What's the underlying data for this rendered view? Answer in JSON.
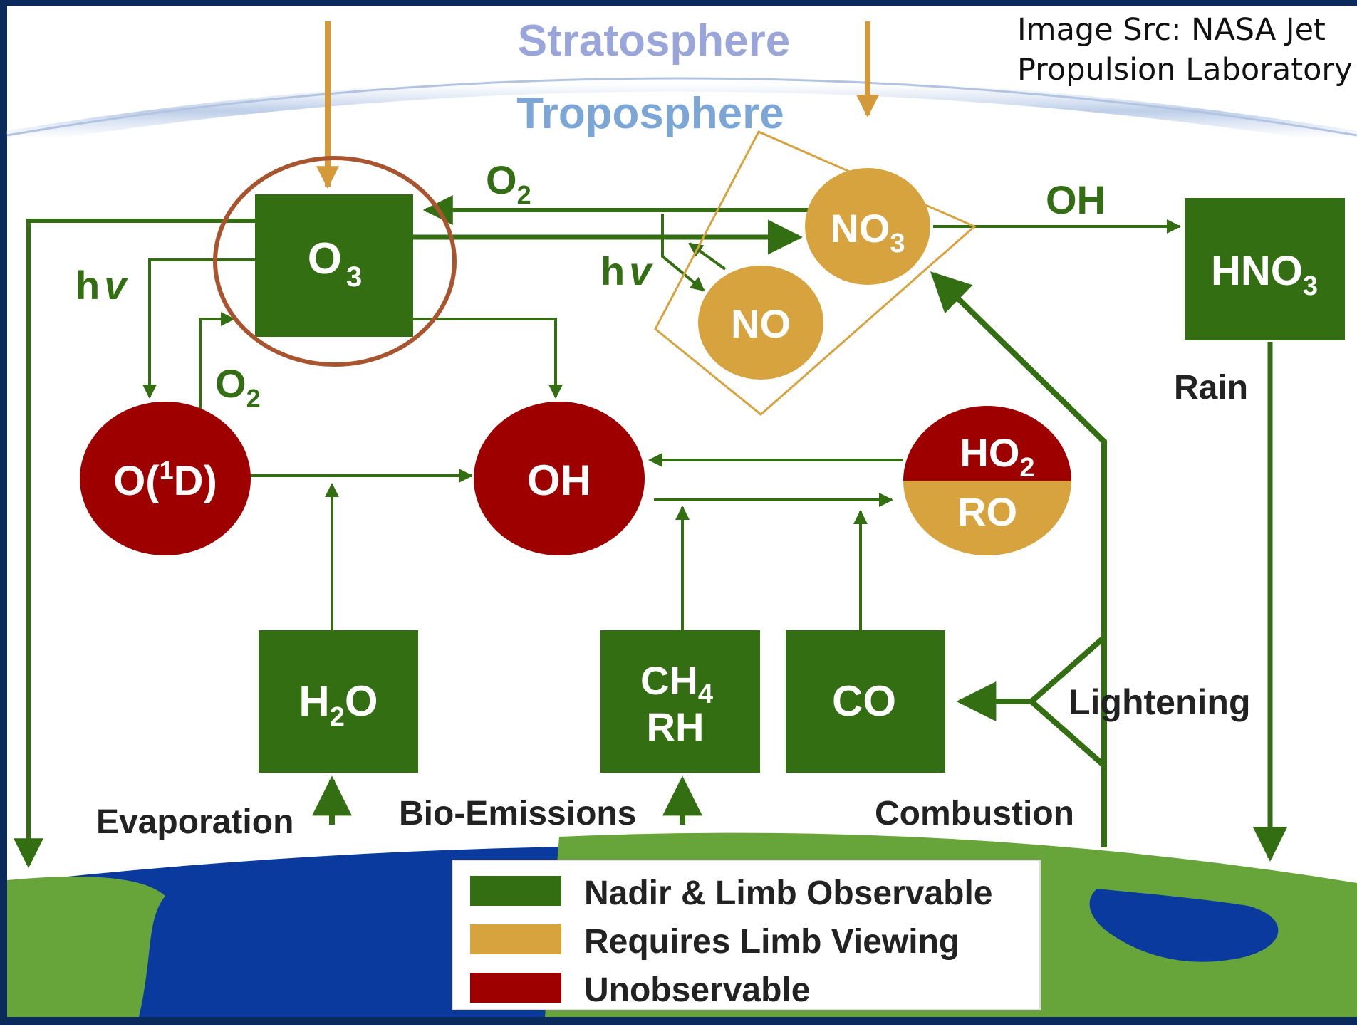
{
  "credit": {
    "line1": "Image Src: NASA Jet",
    "line2": "Propulsion Laboratory"
  },
  "layers": {
    "stratosphere": "Stratosphere",
    "troposphere": "Troposphere"
  },
  "nodes": {
    "o3": {
      "main": "O",
      "sub": "3"
    },
    "no3": {
      "main": "NO",
      "sub": "3"
    },
    "no": {
      "main": "NO"
    },
    "hno3": {
      "main": "HNO",
      "sub": "3"
    },
    "o1d": {
      "pre": "O(",
      "sup": "1",
      "post": "D)"
    },
    "oh": {
      "main": "OH"
    },
    "ho2": {
      "main": "HO",
      "sub": "2"
    },
    "ro": {
      "main": "RO"
    },
    "h2o": {
      "pre": "H",
      "sub": "2",
      "post": "O"
    },
    "ch4": {
      "main": "CH",
      "sub": "4"
    },
    "rh": {
      "main": "RH"
    },
    "co": {
      "main": "CO"
    }
  },
  "labels": {
    "o2_top": {
      "main": "O",
      "sub": "2"
    },
    "o2_left": {
      "main": "O",
      "sub": "2"
    },
    "hv_left": {
      "main": "h",
      "italic": "v"
    },
    "hv_mid": {
      "main": "h",
      "italic": "v"
    },
    "oh_arrow": "OH",
    "rain": "Rain",
    "lightening": "Lightening",
    "evaporation": "Evaporation",
    "bio_emissions": "Bio-Emissions",
    "combustion": "Combustion"
  },
  "legend": [
    {
      "label": "Nadir & Limb Observable",
      "color": "#336e12"
    },
    {
      "label": "Requires Limb Viewing",
      "color": "#d6a33f"
    },
    {
      "label": "Unobservable",
      "color": "#9e0000"
    }
  ],
  "colors": {
    "green": "#336e12",
    "gold": "#d6a33f",
    "red": "#9e0000",
    "arrow_gold": "#d49a3a",
    "highlight_circle": "#a8552f",
    "ocean": "#0a3a9e",
    "land": "#67a53a",
    "stratosphere_text": "#9aa6da",
    "troposphere_text": "#7ca6d6"
  }
}
